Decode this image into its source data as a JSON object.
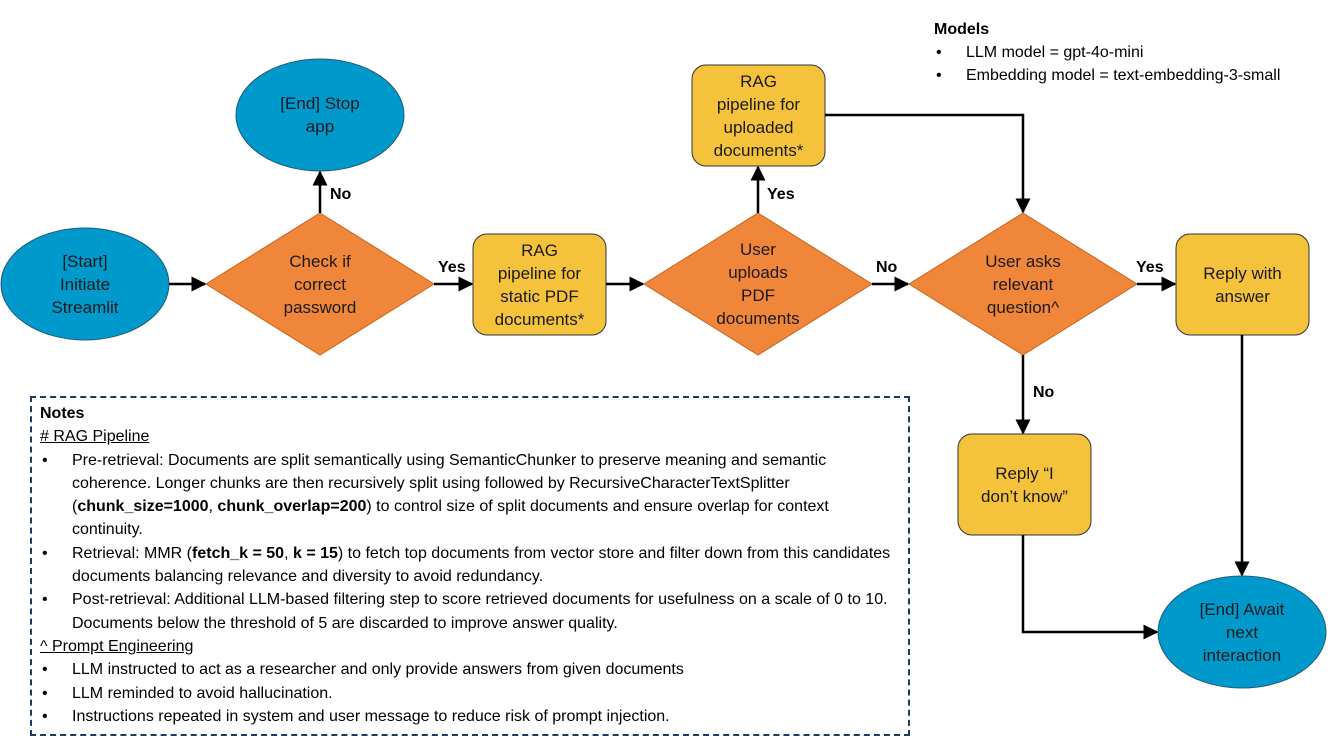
{
  "colors": {
    "terminal": "#0099CC",
    "process": "#F5C33B",
    "decision": "#F0863A",
    "arrow": "#000000",
    "notes_border": "#1F3864"
  },
  "nodes": {
    "start": "[Start]\nInitiate\nStreamlit",
    "check_password": "Check if\ncorrect\npassword",
    "end_stop": "[End] Stop\napp",
    "rag_static": "RAG\npipeline for\nstatic PDF\ndocuments*",
    "user_uploads": "User\nuploads\nPDF\ndocuments",
    "rag_uploaded": "RAG\npipeline for\nuploaded\ndocuments*",
    "user_asks": "User asks\nrelevant\nquestion^",
    "reply_answer": "Reply with\nanswer",
    "reply_dont_know": "Reply “I\ndon’t know”",
    "end_await": "[End] Await\nnext\ninteraction"
  },
  "edges": {
    "check_no": "No",
    "check_yes": "Yes",
    "uploads_yes": "Yes",
    "uploads_no": "No",
    "asks_yes": "Yes",
    "asks_no": "No"
  },
  "models": {
    "title": "Models",
    "items": [
      "LLM model =  gpt-4o-mini",
      "Embedding model = text-embedding-3-small"
    ]
  },
  "notes": {
    "title": "Notes",
    "rag_heading": "# RAG Pipeline",
    "pre_retrieval_a": "Pre-retrieval: Documents are split semantically using SemanticChunker to preserve meaning and semantic coherence. Longer chunks are then recursively split using followed by RecursiveCharacterTextSplitter (",
    "pre_retrieval_b1": "chunk_size=1000",
    "pre_retrieval_sep": ", ",
    "pre_retrieval_b2": "chunk_overlap=200",
    "pre_retrieval_c": ") to control size of split documents and ensure overlap for context continuity.",
    "retrieval_a": "Retrieval: MMR (",
    "retrieval_b1": "fetch_k = 50",
    "retrieval_sep": ", ",
    "retrieval_b2": "k = 15",
    "retrieval_c": ") to fetch top documents from vector store and filter down from this candidates documents balancing relevance and diversity to avoid redundancy.",
    "post_retrieval": "Post-retrieval: Additional LLM-based filtering step to score retrieved documents for usefulness on a scale of 0 to 10. Documents below the threshold of 5 are discarded to improve answer quality.",
    "prompt_heading": "^ Prompt Engineering",
    "prompt_items": [
      "LLM instructed to act as a researcher and only provide answers from given documents",
      "LLM reminded to avoid hallucination.",
      "Instructions repeated in system and user message to reduce risk of prompt injection."
    ]
  }
}
